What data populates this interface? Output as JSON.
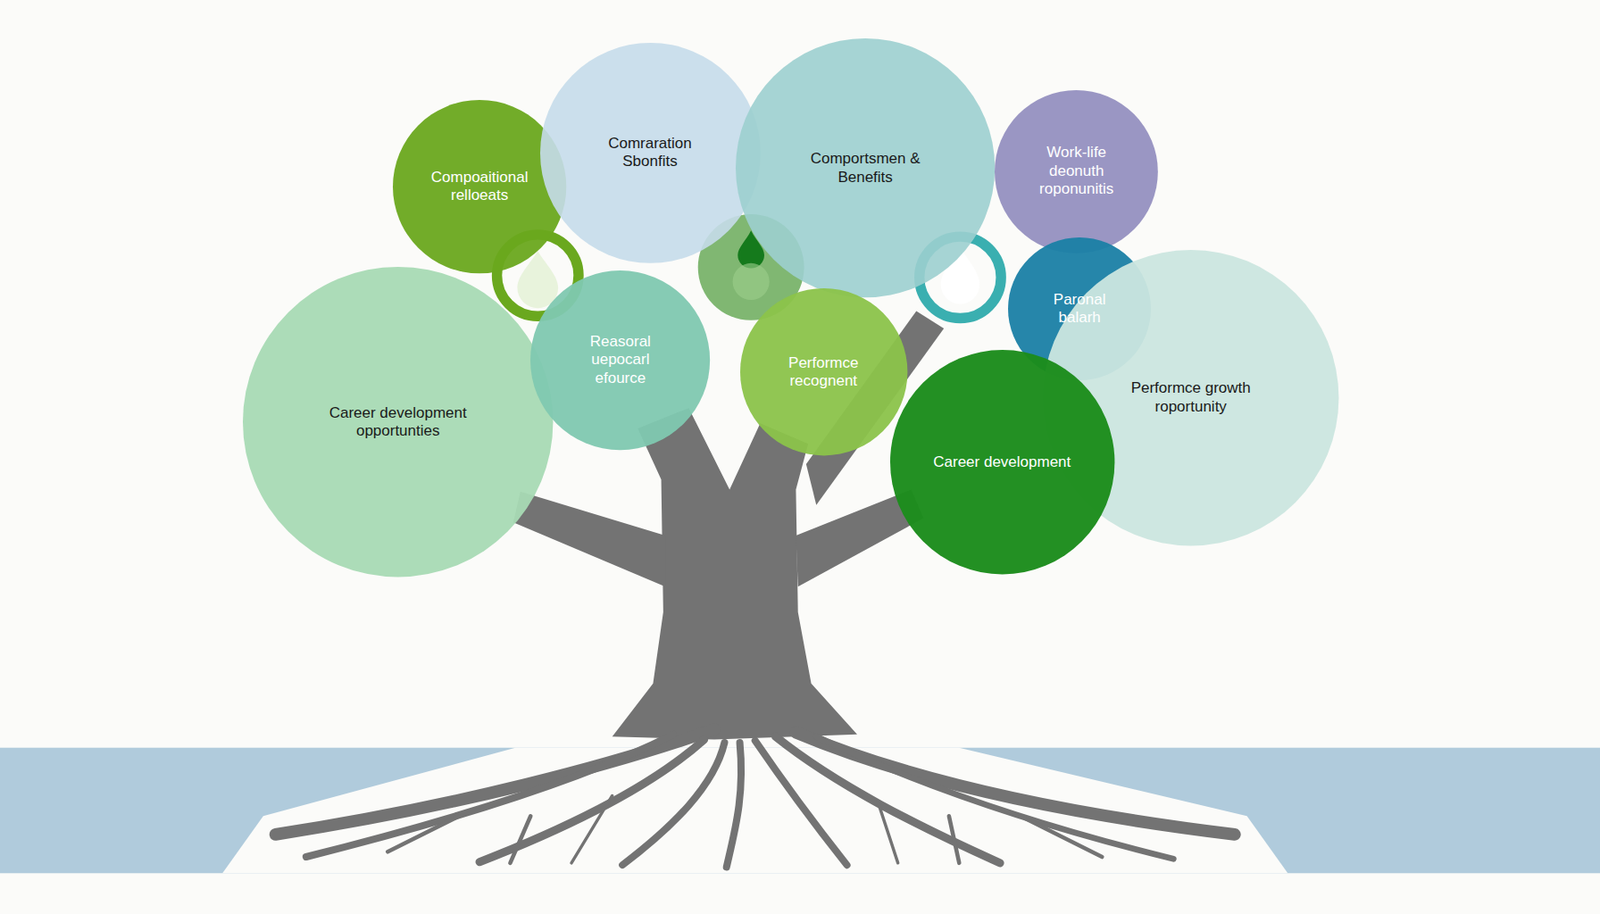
{
  "diagram": {
    "nodes": [
      {
        "text": [
          "Compoaitional relloeats"
        ]
      },
      {
        "text": [
          "Comraration Sbonfits"
        ]
      },
      {
        "text": [
          "Comportsmen & Benefits"
        ]
      },
      {
        "text": [
          "Work-life deonuth roponunitis"
        ]
      },
      {
        "text": [
          "Career development opportunties"
        ]
      },
      {
        "text": [
          "Reasoral uepocarl efource"
        ]
      },
      {
        "text": [
          "Performce recognent"
        ]
      },
      {
        "text": [
          "Paronal balarh"
        ]
      },
      {
        "text": [
          "Performce growth roportunity"
        ]
      },
      {
        "text": [
          "Career development"
        ]
      }
    ]
  }
}
